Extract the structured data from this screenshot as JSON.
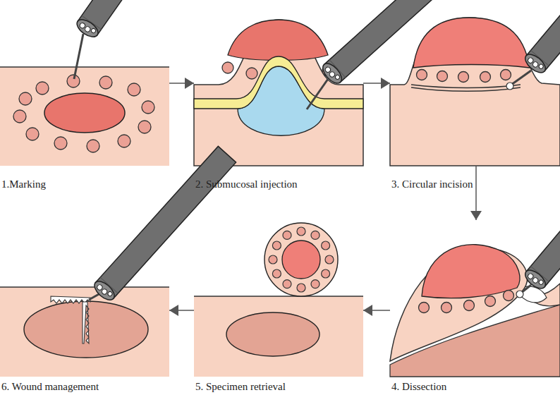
{
  "diagram": {
    "nodes": [
      {
        "text": [
          "1.Marking"
        ]
      },
      {
        "text": [
          "2. Submucosal injection"
        ]
      },
      {
        "text": [
          "3. Circular incision"
        ]
      },
      {
        "text": [
          "4. Dissection"
        ]
      },
      {
        "text": [
          "5. Specimen retrieval"
        ]
      },
      {
        "text": [
          "6. Wound management"
        ]
      }
    ],
    "edges": [
      {
        "from": 0,
        "to": 1,
        "arrow": "to"
      },
      {
        "from": 1,
        "to": 2,
        "arrow": "to"
      },
      {
        "from": 2,
        "to": 3,
        "arrow": "to"
      },
      {
        "from": 3,
        "to": 4,
        "arrow": "to"
      },
      {
        "from": 4,
        "to": 5,
        "arrow": "to"
      }
    ]
  }
}
